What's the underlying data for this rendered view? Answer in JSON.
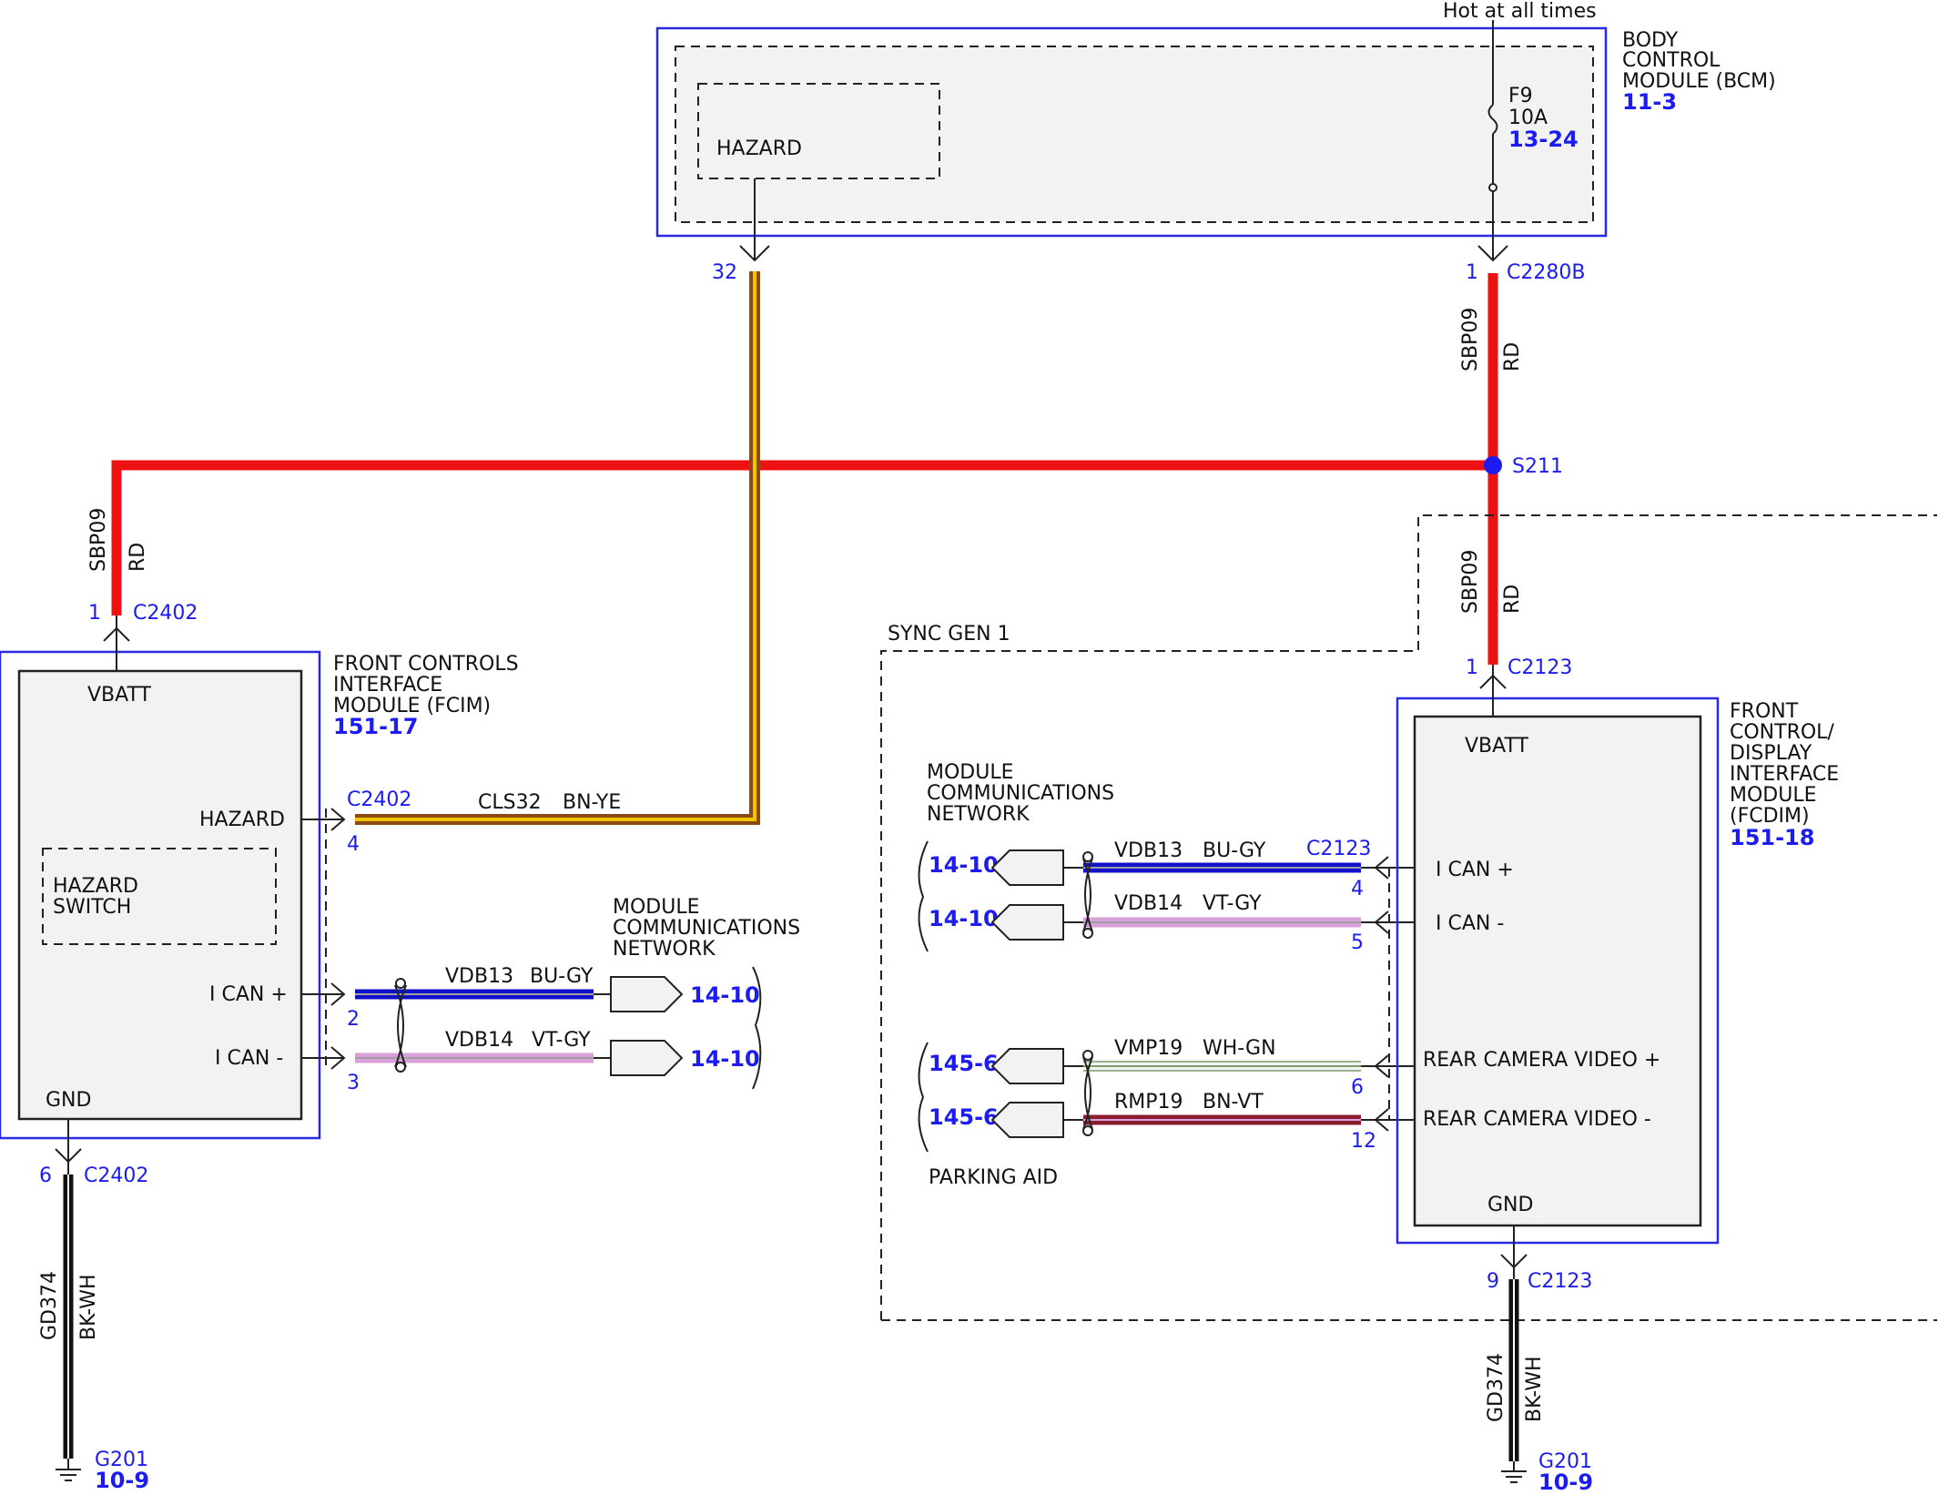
{
  "colors": {
    "red_wire": "#ee1111",
    "blue_wire": "#1111cc",
    "violet_wire": "#d9a0d9",
    "brown_wire": "#8a4a14",
    "yellow_wire": "#f2c400",
    "white_green_wire": "#7a9e6a",
    "brown_violet_wire": "#8a1e2e",
    "black_wire": "#111111",
    "ref_blue": "#1c1cf0",
    "frame_blue": "#2a2ae6",
    "module_fill": "#f2f2f2"
  },
  "top": {
    "hot_label": "Hot at all times",
    "bcm": {
      "line1": "BODY",
      "line2": "CONTROL",
      "line3": "MODULE (BCM)",
      "ref": "11-3"
    },
    "hazard_label": "HAZARD",
    "fuse": {
      "name": "F9",
      "rating": "10A",
      "ref": "13-24"
    },
    "pin_32": "32",
    "pin_1": "1",
    "connector_bcm": "C2280B"
  },
  "circuits": {
    "sbp09": "SBP09",
    "rd": "RD",
    "splice": "S211",
    "cls32": "CLS32",
    "bn_ye": "BN-YE",
    "vdb13": "VDB13",
    "bu_gy": "BU-GY",
    "vdb14": "VDB14",
    "vt_gy": "VT-GY",
    "vmp19": "VMP19",
    "wh_gn": "WH-GN",
    "rmp19": "RMP19",
    "bn_vt": "BN-VT",
    "gd374": "GD374",
    "bk_wh": "BK-WH"
  },
  "fcim": {
    "line1": "FRONT CONTROLS",
    "line2": "INTERFACE",
    "line3": "MODULE (FCIM)",
    "ref": "151-17",
    "vbatt": "VBATT",
    "hazard": "HAZARD",
    "switch_line1": "HAZARD",
    "switch_line2": "SWITCH",
    "ican_plus": "I CAN +",
    "ican_minus": "I CAN -",
    "gnd": "GND",
    "connector": "C2402",
    "pin_vbatt": "1",
    "pin_hazard": "4",
    "pin_ican_plus": "2",
    "pin_ican_minus": "3",
    "pin_gnd": "6",
    "mcn_line1": "MODULE",
    "mcn_line2": "COMMUNICATIONS",
    "mcn_line3": "NETWORK",
    "mcn_ref1": "14-10",
    "mcn_ref2": "14-10",
    "ground": "G201",
    "ground_ref": "10-9"
  },
  "sync": {
    "label": "SYNC GEN 1",
    "mcn_line1": "MODULE",
    "mcn_line2": "COMMUNICATIONS",
    "mcn_line3": "NETWORK",
    "mcn_ref1": "14-10",
    "mcn_ref2": "14-10",
    "pa_ref1": "145-6",
    "pa_ref2": "145-6",
    "parking_aid": "PARKING AID"
  },
  "fcdim": {
    "line1": "FRONT",
    "line2": "CONTROL/",
    "line3": "DISPLAY",
    "line4": "INTERFACE",
    "line5": "MODULE",
    "line6": "(FCDIM)",
    "ref": "151-18",
    "vbatt": "VBATT",
    "ican_plus": "I CAN +",
    "ican_minus": "I CAN -",
    "rcv_plus": "REAR CAMERA VIDEO +",
    "rcv_minus": "REAR CAMERA VIDEO -",
    "gnd": "GND",
    "connector": "C2123",
    "pin_vbatt": "1",
    "pin_ican_plus": "4",
    "pin_ican_minus": "5",
    "pin_rcv_plus": "6",
    "pin_rcv_minus": "12",
    "pin_gnd": "9",
    "ground": "G201",
    "ground_ref": "10-9"
  }
}
